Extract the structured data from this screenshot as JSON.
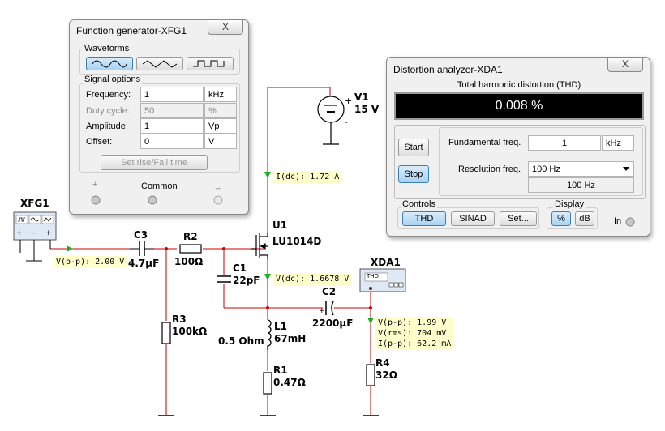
{
  "schematic": {
    "xfg1_label": "XFG1",
    "c3_name": "C3",
    "c3_value": "4.7µF",
    "r2_name": "R2",
    "r2_value": "100Ω",
    "c1_name": "C1",
    "c1_value": "22pF",
    "r3_name": "R3",
    "r3_value": "100kΩ",
    "u1_name": "U1",
    "u1_value": "LU1014D",
    "v1_name": "V1",
    "v1_value": "15 V",
    "xda1_label": "XDA1",
    "xda1_screen": "THD",
    "c2_name": "C2",
    "c2_value": "2200µF",
    "l1_name": "L1",
    "l1_value": "67mH",
    "l1_resistance": "0.5 Ohm",
    "r1_name": "R1",
    "r1_value": "0.47Ω",
    "r4_name": "R4",
    "r4_value": "32Ω",
    "probe_input": "V(p-p): 2.00 V",
    "probe_supply": "I(dc): 1.72 A",
    "probe_source": "V(dc): 1.6678 V",
    "probe_output_line1": "V(p-p): 1.99 V",
    "probe_output_line2": "V(rms): 704 mV",
    "probe_output_line3": "I(p-p): 62.2 mA",
    "colors": {
      "wire": "#cc0000",
      "component": "#000000",
      "probe_bg": "#ffffcc",
      "probe_arrow": "#22aa22"
    }
  },
  "function_generator": {
    "title": "Function generator-XFG1",
    "close": "X",
    "waveforms_label": "Waveforms",
    "signal_options_label": "Signal options",
    "frequency_label": "Frequency:",
    "frequency_value": "1",
    "frequency_unit": "kHz",
    "duty_label": "Duty cycle:",
    "duty_value": "50",
    "duty_unit": "%",
    "amplitude_label": "Amplitude:",
    "amplitude_value": "1",
    "amplitude_unit": "Vp",
    "offset_label": "Offset:",
    "offset_value": "0",
    "offset_unit": "V",
    "rise_fall_button": "Set rise/Fall time",
    "plus": "+",
    "common": "Common",
    "minus": "_",
    "selected_waveform": "sine"
  },
  "distortion_analyzer": {
    "title": "Distortion analyzer-XDA1",
    "close": "X",
    "thd_header": "Total harmonic distortion (THD)",
    "thd_value": "0.008 %",
    "start_button": "Start",
    "stop_button": "Stop",
    "fundamental_label": "Fundamental freq.",
    "fundamental_value": "1",
    "fundamental_unit": "kHz",
    "resolution_label": "Resolution freq.",
    "resolution_selected": "100 Hz",
    "resolution_readout": "100 Hz",
    "controls_label": "Controls",
    "thd_button": "THD",
    "sinad_button": "SINAD",
    "set_button": "Set...",
    "display_label": "Display",
    "percent_button": "%",
    "db_button": "dB",
    "in_label": "In"
  }
}
